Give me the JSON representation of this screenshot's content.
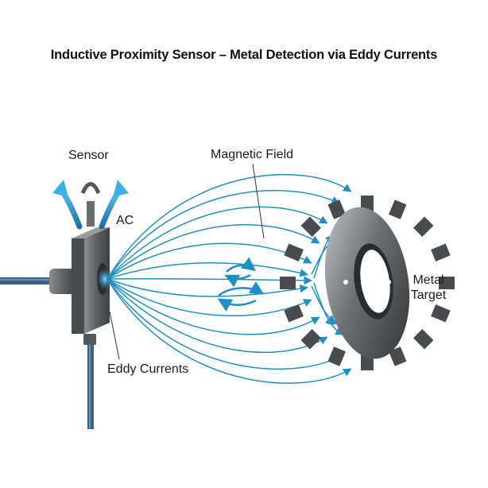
{
  "title": "Inductive Proximity Sensor – Metal Detection via Eddy Currents",
  "labels": {
    "sensor": "Sensor",
    "ac": "AC",
    "magnetic_field": "Magnetic Field",
    "eddy_currents": "Eddy Currents",
    "metal_target_line1": "Metal",
    "metal_target_line2": "Target"
  },
  "colors": {
    "field_line": "#1f8fc4",
    "cable": "#3b5f86",
    "sensor_body": "#6e7075",
    "gear": "#5d5f63",
    "arrow_fill": "#2a9fd6"
  }
}
